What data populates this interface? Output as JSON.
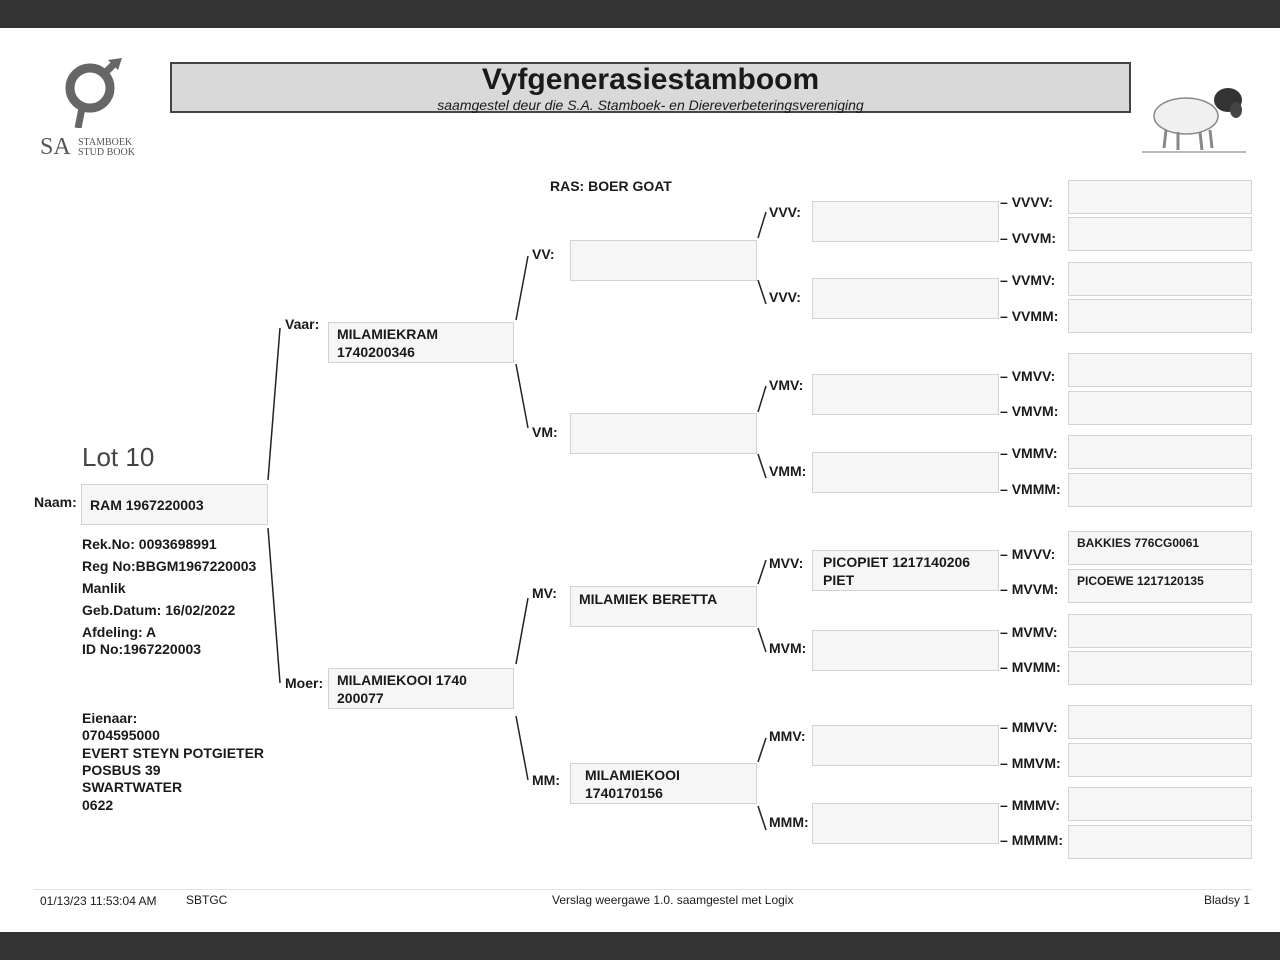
{
  "header": {
    "title": "Vyfgenerasiestamboom",
    "subtitle": "saamgestel deur die S.A. Stamboek- en Diereverbeteringsvereniging",
    "logo_text_sa": "SA",
    "logo_text_line1": "STAMBOEK",
    "logo_text_line2": "STUD BOOK"
  },
  "breed": "RAS: BOER GOAT",
  "lot": "Lot 10",
  "animal": {
    "name_label": "Naam:",
    "name": "RAM 1967220003",
    "rek_no": "Rek.No: 0093698991",
    "reg_no": "Reg No:BBGM1967220003",
    "sex": "Manlik",
    "birth_date": "Geb.Datum: 16/02/2022",
    "section": "Afdeling: A",
    "id_no": "ID No:1967220003"
  },
  "owner": {
    "label": "Eienaar:",
    "phone": "0704595000",
    "name": "EVERT STEYN POTGIETER",
    "address1": "POSBUS 39",
    "address2": "SWARTWATER",
    "code": "0622"
  },
  "gen1": {
    "sire_label": "Vaar:",
    "sire_line1": "MILAMIEKRAM",
    "sire_line2": "1740200346",
    "dam_label": "Moer:",
    "dam_line1": "MILAMIEKOOI 1740",
    "dam_line2": "200077"
  },
  "gen2": {
    "vv_label": "VV:",
    "vv": "",
    "vm_label": "VM:",
    "vm": "",
    "mv_label": "MV:",
    "mv": "MILAMIEK BERETTA",
    "mm_label": "MM:",
    "mm_line1": "MILAMIEKOOI",
    "mm_line2": "1740170156"
  },
  "gen3": {
    "vvv_label": "VVV:",
    "vvv": "",
    "vvm_label": "VVV:",
    "vvm": "",
    "vmv_label": "VMV:",
    "vmv": "",
    "vmm_label": "VMM:",
    "vmm": "",
    "mvv_label": "MVV:",
    "mvv_line1": "PICOPIET 1217140206",
    "mvv_line2": "PIET",
    "mvm_label": "MVM:",
    "mvm": "",
    "mmv_label": "MMV:",
    "mmv": "",
    "mmm_label": "MMM:",
    "mmm": ""
  },
  "gen4": {
    "vvvv_label": "VVVV:",
    "vvvv": "",
    "vvvm_label": "VVVM:",
    "vvvm": "",
    "vvmv_label": "VVMV:",
    "vvmv": "",
    "vvmm_label": "VVMM:",
    "vvmm": "",
    "vmvv_label": "VMVV:",
    "vmvv": "",
    "vmvm_label": "VMVM:",
    "vmvm": "",
    "vmmv_label": "VMMV:",
    "vmmv": "",
    "vmmm_label": "VMMM:",
    "vmmm": "",
    "mvvv_label": "MVVV:",
    "mvvv": "BAKKIES 776CG0061",
    "mvvm_label": "MVVM:",
    "mvvm": "PICOEWE 1217120135",
    "mvmv_label": "MVMV:",
    "mvmv": "",
    "mvmm_label": "MVMM:",
    "mvmm": "",
    "mmvv_label": "MMVV:",
    "mmvv": "",
    "mmvm_label": "MMVM:",
    "mmvm": "",
    "mmmv_label": "MMMV:",
    "mmmv": "",
    "mmmm_label": "MMMM:",
    "mmmm": ""
  },
  "footer": {
    "timestamp": "01/13/23 11:53:04 AM",
    "code": "SBTGC",
    "report": "Verslag weergawe 1.0. saamgestel met Logix",
    "page": "Bladsy 1"
  },
  "colors": {
    "title_bar": "#d9d9d9",
    "box_bg": "#f6f6f6",
    "outer_bg": "#333333"
  }
}
